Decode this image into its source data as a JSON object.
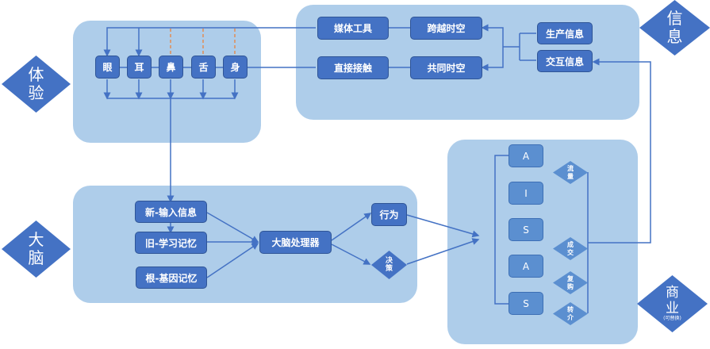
{
  "categories": {
    "experience": "体\n验",
    "info": "信\n息",
    "brain": "大\n脑",
    "business": "商\n业",
    "business_note": "(可替换)"
  },
  "senses": [
    "眼",
    "耳",
    "鼻",
    "舌",
    "身"
  ],
  "info_panel": {
    "media_tools": "媒体工具",
    "direct_contact": "直接接触",
    "cross_spacetime": "跨越时空",
    "shared_spacetime": "共同时空",
    "produced_info": "生产信息",
    "interactive_info": "交互信息"
  },
  "brain_panel": {
    "new_input": "新-输入信息",
    "old_memory": "旧-学习记忆",
    "root_memory": "根-基因记忆",
    "processor": "大脑处理器",
    "behavior": "行为",
    "decision": "决\n策"
  },
  "business_panel": {
    "aisas": [
      "A",
      "I",
      "S",
      "A",
      "S"
    ],
    "stages": [
      "流\n量",
      "成\n交",
      "复\n购",
      "转\n介"
    ]
  },
  "colors": {
    "panel": "#aecdea",
    "box": "#4472c4",
    "line": "#4472c4",
    "dashed": "#ed7d31"
  }
}
